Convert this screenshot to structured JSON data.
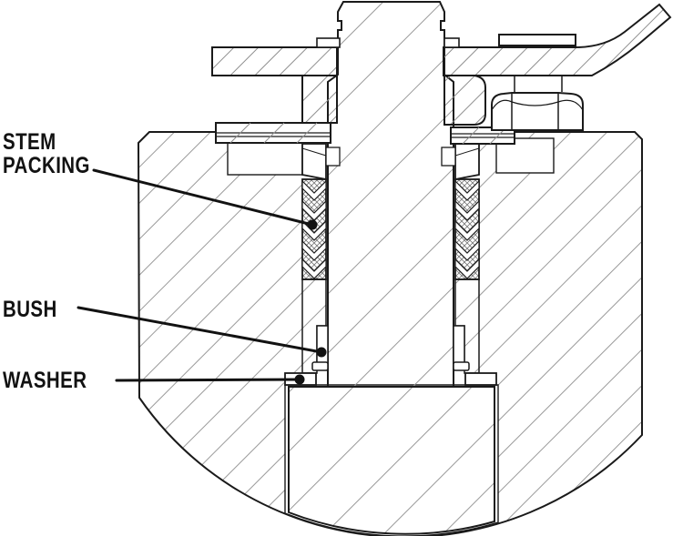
{
  "diagram": {
    "type": "engineering-cross-section",
    "subject": "valve stem and gland packing assembly, sectioned",
    "labels": {
      "stem_packing": {
        "line1": "STEM",
        "line2": "PACKING"
      },
      "bush": "BUSH",
      "washer": "WASHER"
    },
    "colors": {
      "background": "#ffffff",
      "outline": "#1a1a1a",
      "body_hatch": "#9a9a9a",
      "packing_hatch": "#777777"
    }
  }
}
